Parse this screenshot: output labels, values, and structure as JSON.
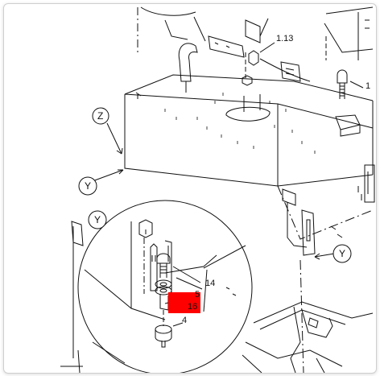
{
  "callouts": {
    "z": "Z",
    "y_left": "Y",
    "y_detail": "Y",
    "y_right": "Y"
  },
  "parts": {
    "p113": "1.13",
    "p1": "1",
    "p14": "14",
    "p5": "5",
    "p16": "16",
    "p4": "4"
  },
  "colors": {
    "line": "#111111",
    "highlight": "#ff0000"
  }
}
